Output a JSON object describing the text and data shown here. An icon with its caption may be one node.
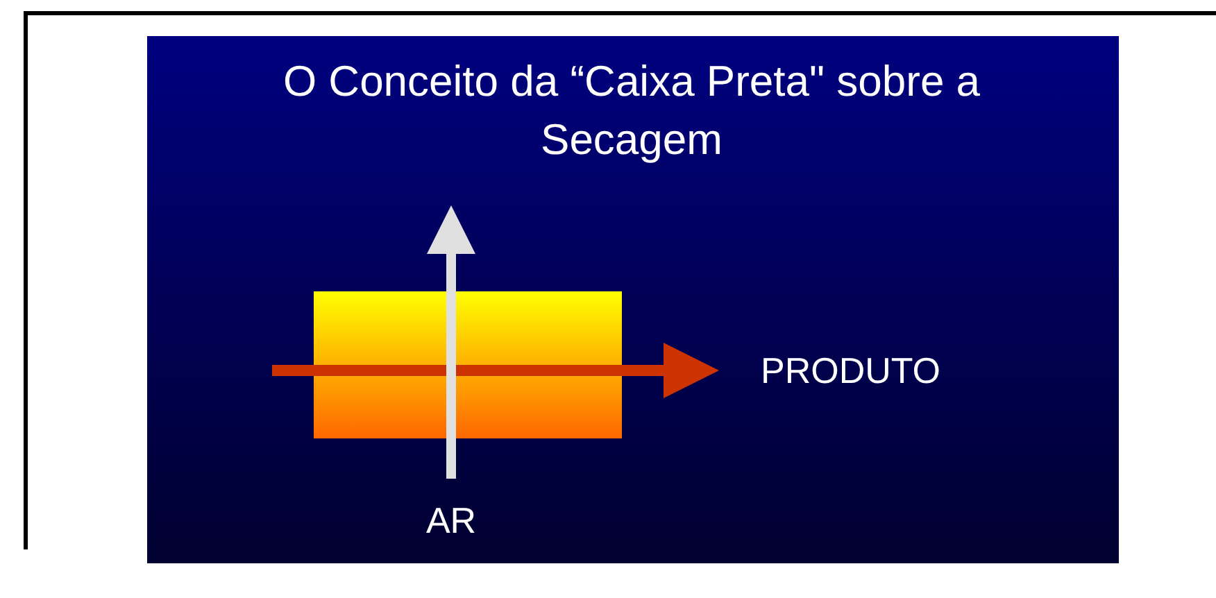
{
  "diagram": {
    "title": "O Conceito da “Caixa Preta\" sobre a Secagem",
    "nodes": [
      {
        "text": [],
        "shape": "box"
      },
      {
        "text": [
          "AR"
        ]
      },
      {
        "text": [
          "PRODUTO"
        ]
      }
    ],
    "edges": [
      {
        "from": 1,
        "to": 0,
        "arrow": "none",
        "color": "#e0e0e0"
      },
      {
        "from": 0,
        "to": null,
        "arrow": "to",
        "color": "#e0e0e0"
      },
      {
        "from": null,
        "to": 0,
        "arrow": "none",
        "color": "#cc3300"
      },
      {
        "from": 0,
        "to": 2,
        "arrow": "to",
        "color": "#cc3300"
      }
    ]
  }
}
